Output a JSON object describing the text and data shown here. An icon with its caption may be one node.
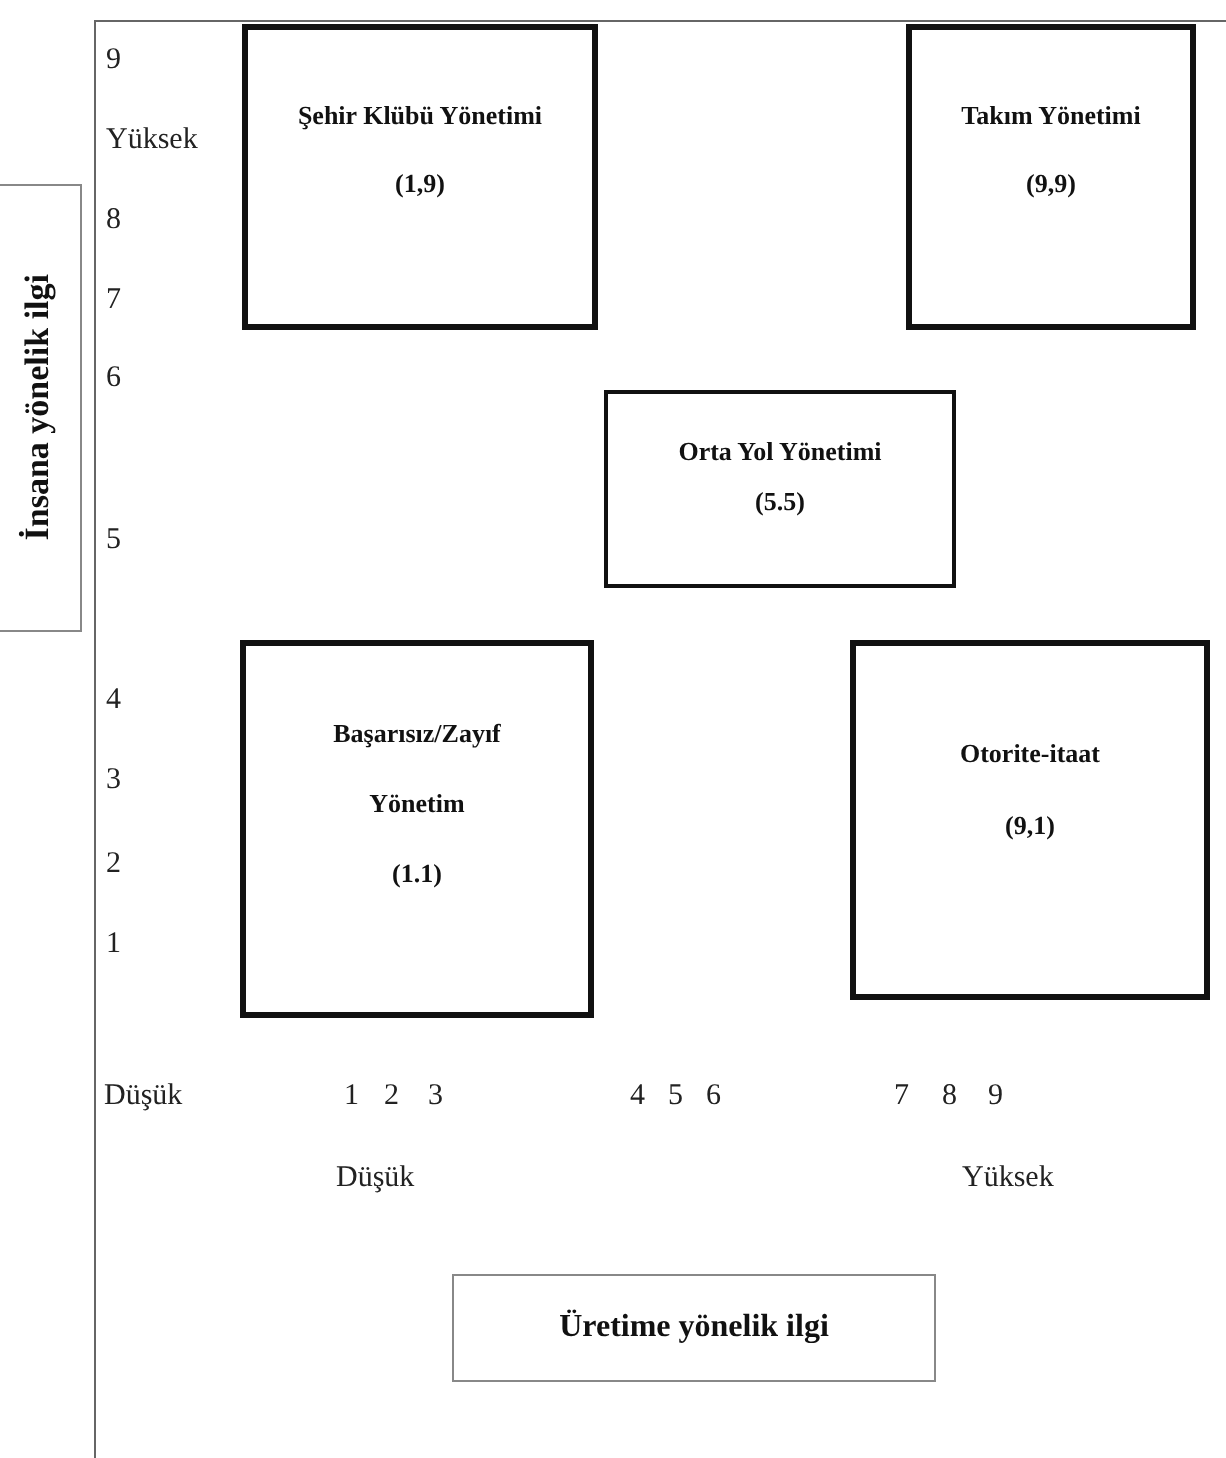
{
  "diagram": {
    "nodes": [
      {
        "text": [
          "Şehir Klübü Yönetimi",
          "(1,9)"
        ]
      },
      {
        "text": [
          "Takım Yönetimi",
          "(9,9)"
        ]
      },
      {
        "text": [
          "İnsana yönelik ilgi"
        ]
      },
      {
        "text": [
          "Orta Yol Yönetimi",
          "(5.5)"
        ]
      },
      {
        "text": [
          "Başarısız/Zayıf Yönetim",
          "(1.1)"
        ]
      },
      {
        "text": [
          "Otorite-itaat",
          "(9,1)"
        ]
      },
      {
        "text": [
          "Üretime yönelik ilgi"
        ]
      }
    ],
    "labels": [
      "9",
      "Yüksek",
      "8",
      "7",
      "6",
      "5",
      "4",
      "3",
      "2",
      "1",
      "Düşük",
      "1",
      "2",
      "3",
      "4",
      "5",
      "6",
      "7",
      "8",
      "9",
      "Düşük",
      "Yüksek"
    ]
  }
}
